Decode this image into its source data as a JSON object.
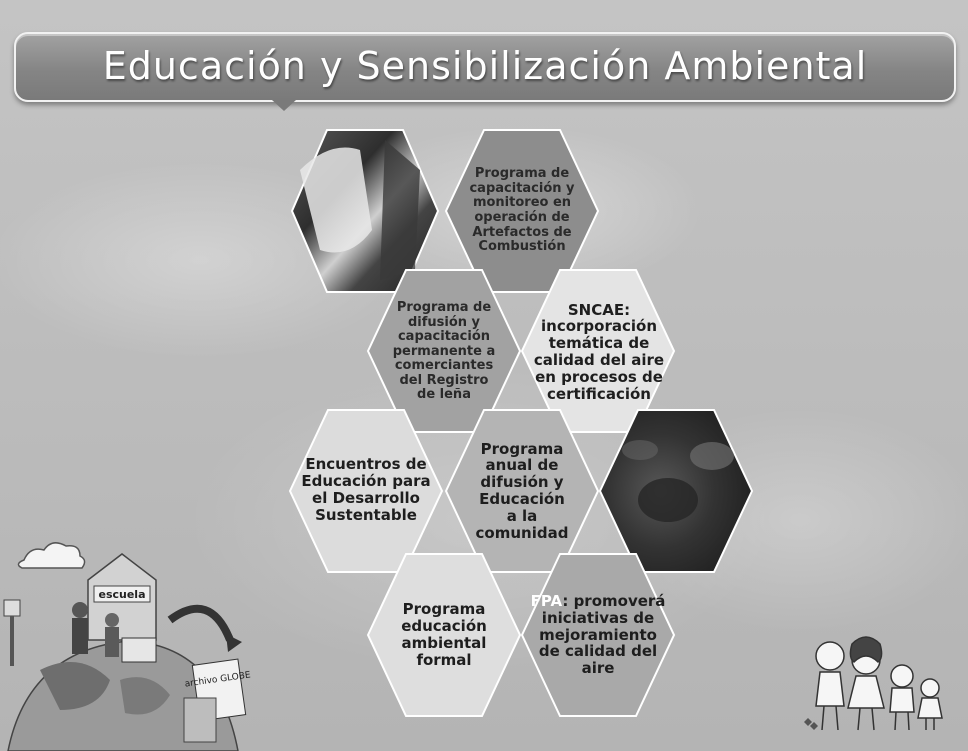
{
  "title": "Educación y Sensibilización Ambiental",
  "hexagons": [
    {
      "label": "Programa de capacitación y monitoreo en operación de Artefactos de Combustión"
    },
    {
      "label": "Programa de difusión y capacitación permanente a comerciantes del Registro de leña"
    },
    {
      "label": "SNCAE: incorporación temática de calidad del aire en procesos de certificación"
    },
    {
      "label": "Encuentros de Educación para el Desarrollo Sustentable"
    },
    {
      "label": "Programa anual de difusión y Educación a la comunidad"
    },
    {
      "label": "Programa educación ambiental formal"
    },
    {
      "label_prefix": "FPA",
      "label_rest": ": promoverá iniciativas de mejoramiento de calidad del aire"
    }
  ],
  "illustration": {
    "school_sign": "escuela",
    "archive_sign": "archivo GLOBE"
  },
  "colors": {
    "title_bar": "#8a8a8a",
    "hex_dark": "#8c8c8c",
    "hex_light": "#e2e2e2",
    "hex_mid": "#a9a9a9"
  }
}
